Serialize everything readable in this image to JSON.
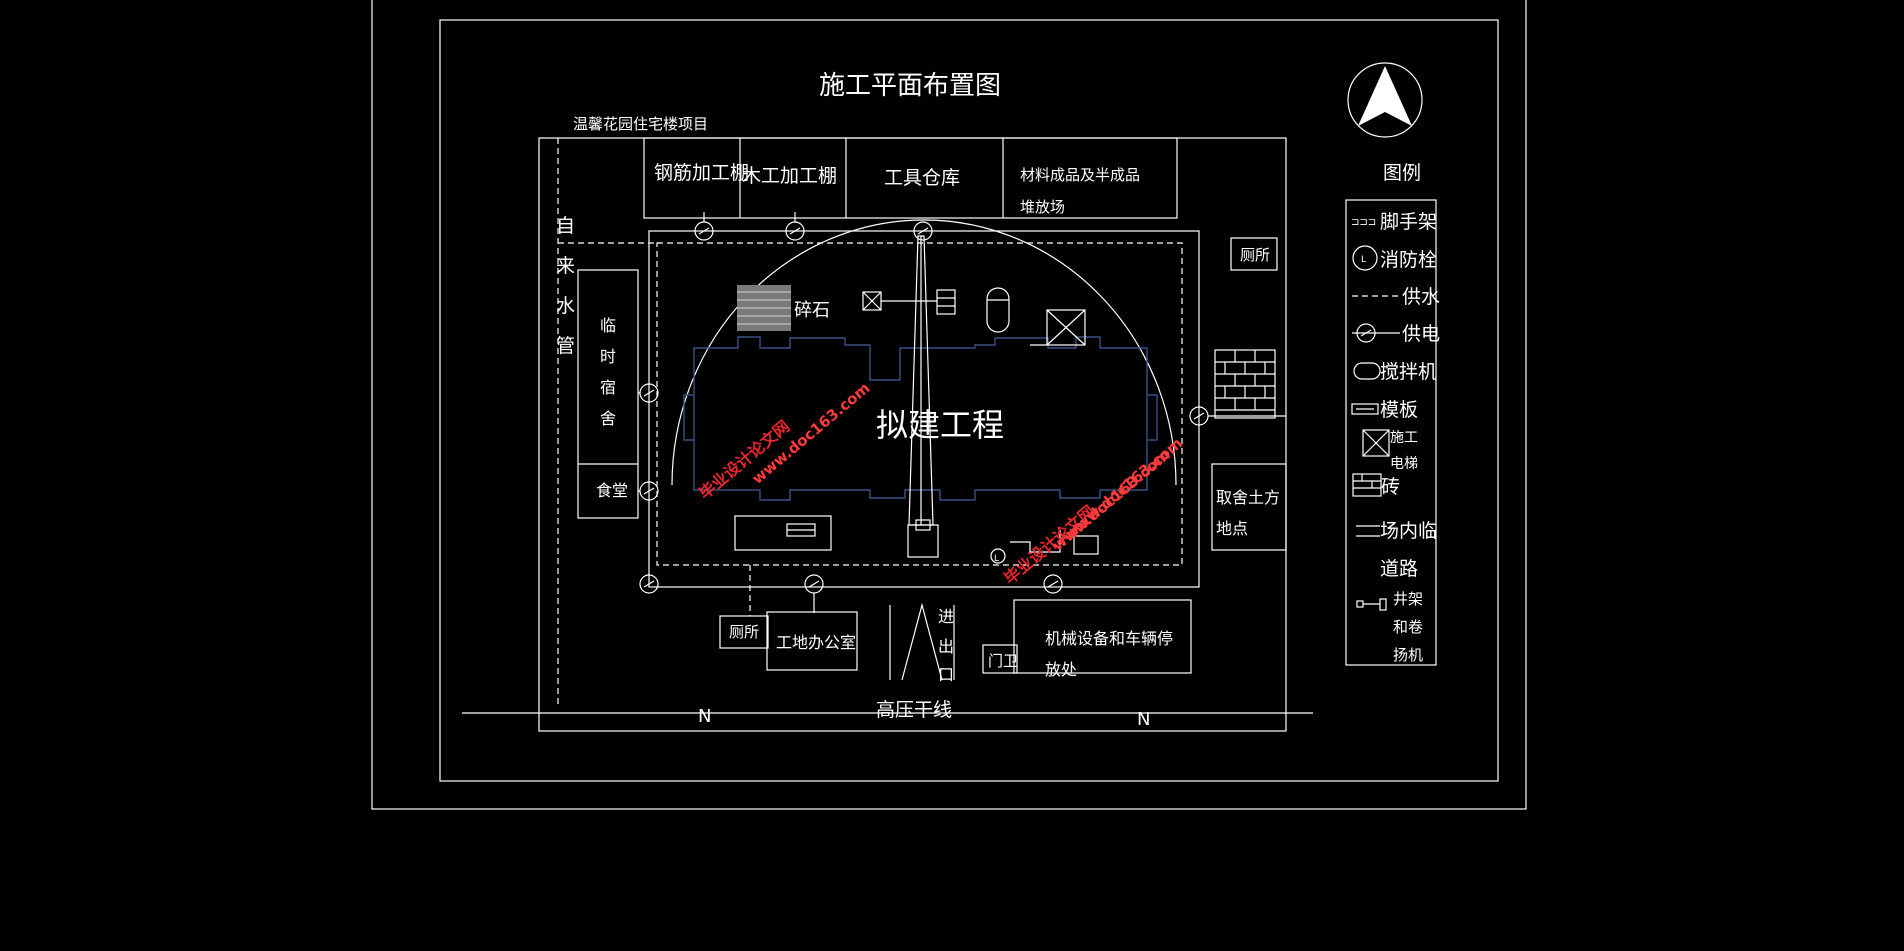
{
  "title": "施工平面布置图",
  "project_name": "温馨花园住宅楼项目",
  "buildings": {
    "steel": "钢筋加工棚",
    "wood": "木工加工棚",
    "tool": "工具仓库",
    "material_l1": "材料成品及半成品",
    "material_l2": "堆放场",
    "toilet_top": "厕所",
    "toilet_bottom": "厕所",
    "dorm": [
      "临",
      "时",
      "宿",
      "舍"
    ],
    "canteen": "食堂",
    "office": "工地办公室",
    "soil_l1": "取舍土方",
    "soil_l2": "地点",
    "machinery_l1": "机械设备和车辆停",
    "machinery_l2": "放处",
    "gate_guard": "门卫",
    "entrance": [
      "进",
      "出",
      "口"
    ],
    "water_pipe": [
      "自",
      "来",
      "水",
      "管"
    ],
    "gravel": "碎石",
    "project": "拟建工程",
    "hv_line": "高压干线",
    "n_left": "N",
    "n_right": "N"
  },
  "legend": {
    "title": "图例",
    "items": {
      "scaffold": "脚手架",
      "hydrant": "消防栓",
      "water": "供水",
      "power": "供电",
      "mixer": "搅拌机",
      "formwork": "模板",
      "elevator_1": "施工",
      "elevator_2": "电梯",
      "brick": "砖",
      "road_1": "场内临",
      "road_2": "道路",
      "hoist_1": "井架",
      "hoist_2": "和卷",
      "hoist_3": "扬机"
    }
  },
  "watermarks": {
    "cn": "毕业设计论文网",
    "url": "www.doc163.com"
  },
  "colors": {
    "background": "#000000",
    "lines": "#ffffff",
    "building_outline": "#3a4f86",
    "watermark": "#e8262c"
  }
}
